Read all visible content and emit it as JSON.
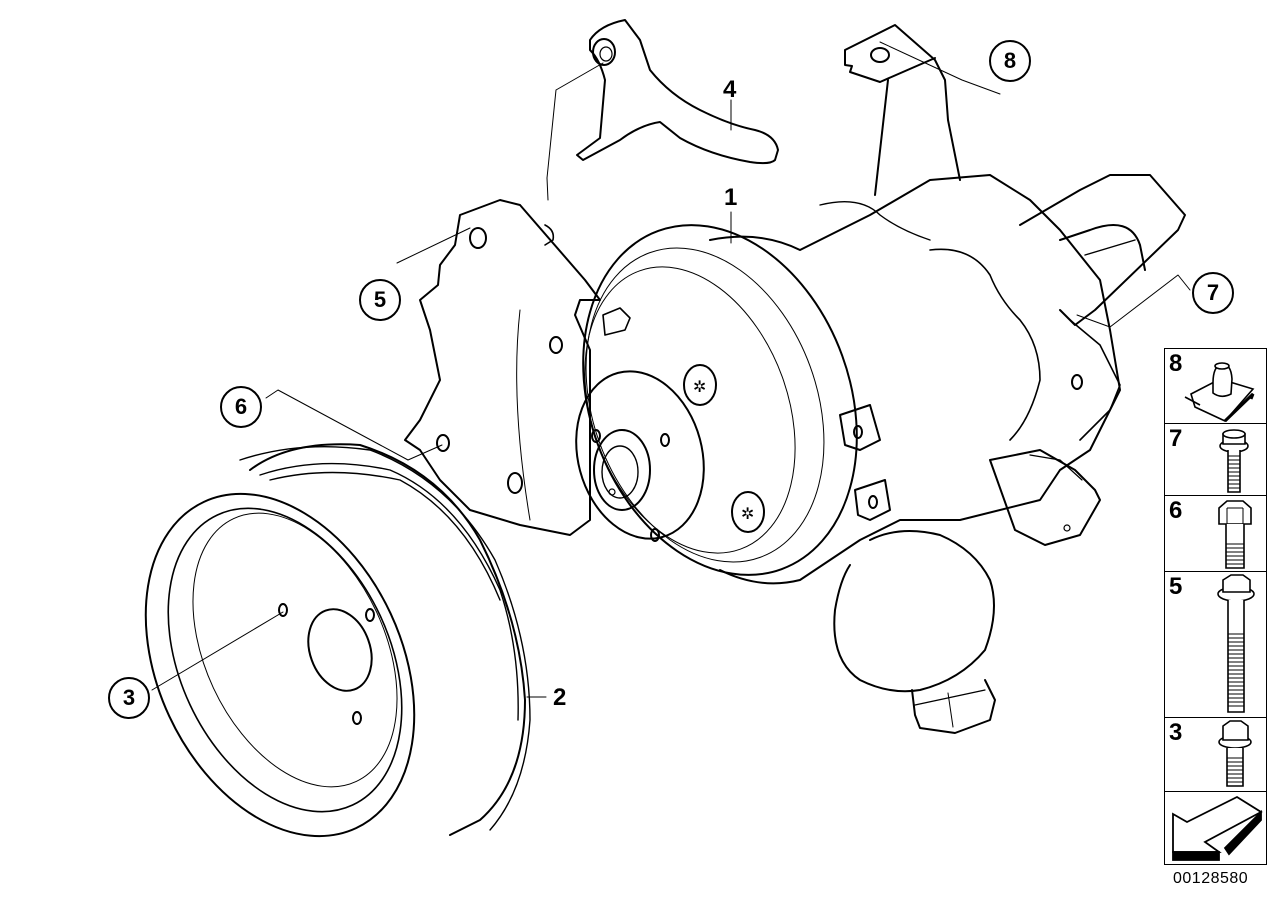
{
  "diagram": {
    "id": "00128580",
    "subject": "Power steering pump assembly exploded view",
    "line_color": "#000000",
    "background": "#ffffff"
  },
  "callouts": [
    {
      "num": "1",
      "style": "plain",
      "part": "power-steering-pump"
    },
    {
      "num": "2",
      "style": "plain",
      "part": "pulley"
    },
    {
      "num": "3",
      "style": "circle",
      "part": "pulley-bolt"
    },
    {
      "num": "4",
      "style": "plain",
      "part": "bracket"
    },
    {
      "num": "5",
      "style": "circle",
      "part": "bracket-bolt-long"
    },
    {
      "num": "6",
      "style": "circle",
      "part": "hex-bolt"
    },
    {
      "num": "7",
      "style": "circle",
      "part": "collar-screw"
    },
    {
      "num": "8",
      "style": "circle",
      "part": "clip-nut"
    }
  ],
  "legend": {
    "items": [
      {
        "num": "8",
        "icon": "clip-nut-icon"
      },
      {
        "num": "7",
        "icon": "collar-screw-icon"
      },
      {
        "num": "6",
        "icon": "hex-bolt-icon"
      },
      {
        "num": "5",
        "icon": "long-flange-bolt-icon"
      },
      {
        "num": "3",
        "icon": "flange-bolt-icon"
      },
      {
        "num": "",
        "icon": "direction-arrow-icon"
      }
    ]
  }
}
